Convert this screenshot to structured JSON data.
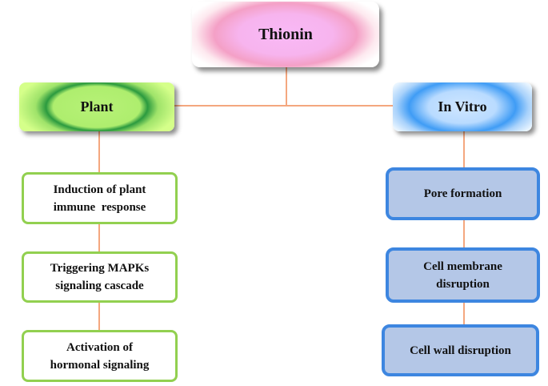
{
  "diagram": {
    "root": {
      "label": "Thionin"
    },
    "branches": [
      {
        "label": "Plant",
        "children": [
          {
            "label": "Induction of plant immune response",
            "lines": [
              "Induction of plant",
              "immune  response"
            ]
          },
          {
            "label": "Triggering MAPKs signaling cascade",
            "lines": [
              "Triggering MAPKs",
              "signaling cascade"
            ]
          },
          {
            "label": "Activation of hormonal signaling",
            "lines": [
              "Activation of",
              "hormonal signaling"
            ]
          }
        ]
      },
      {
        "label": "In Vitro",
        "children": [
          {
            "label": "Pore formation",
            "lines": [
              "Pore formation"
            ]
          },
          {
            "label": "Cell membrane disruption",
            "lines": [
              "Cell membrane",
              "disruption"
            ]
          },
          {
            "label": "Cell wall disruption",
            "lines": [
              "Cell wall disruption"
            ]
          }
        ]
      }
    ],
    "colors": {
      "connector": "#f4a77f",
      "plant_border": "#92d050",
      "vitro_border": "#3d86e0",
      "vitro_fill": "#b4c7e7"
    }
  }
}
